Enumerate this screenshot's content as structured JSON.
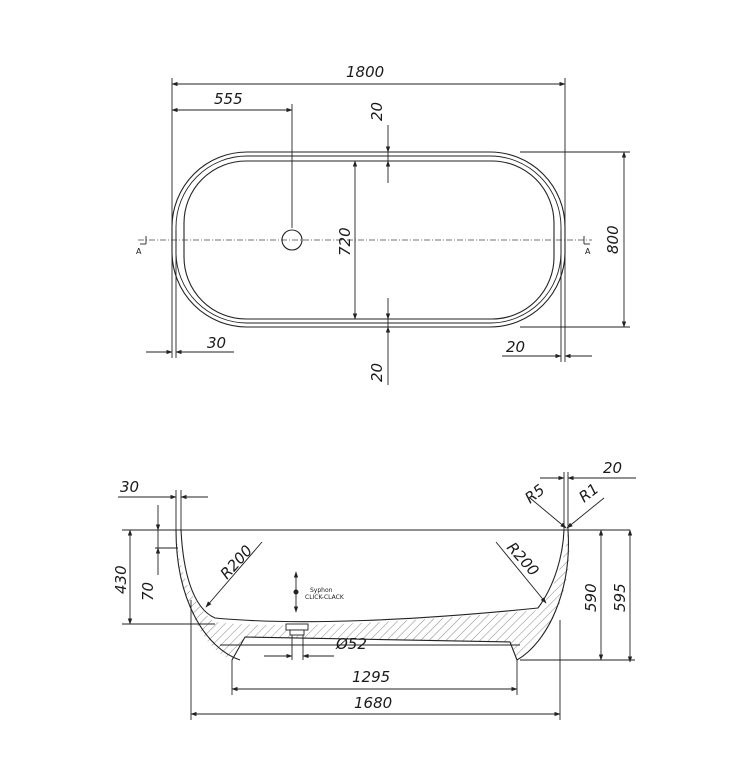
{
  "top_view": {
    "dimensions": {
      "overall_length": "1800",
      "drain_offset": "555",
      "rim_top": "20",
      "inner_width": "720",
      "overall_width": "800",
      "left_offset": "30",
      "right_offset": "20",
      "rim_bottom": "20"
    },
    "section_marker_left": "A",
    "section_marker_right": "A"
  },
  "side_view": {
    "dimensions": {
      "wall_top": "30",
      "right_top": "20",
      "radius_r5": "R5",
      "radius_r1": "R1",
      "radius_left": "R200",
      "radius_right": "R200",
      "depth_430": "430",
      "depth_70": "70",
      "height_590": "590",
      "height_595": "595",
      "drain_diameter": "Ø52",
      "base_length": "1295",
      "bottom_length": "1680"
    },
    "syphon_line1": "Syphon",
    "syphon_line2": "CLICK-CLACK"
  }
}
